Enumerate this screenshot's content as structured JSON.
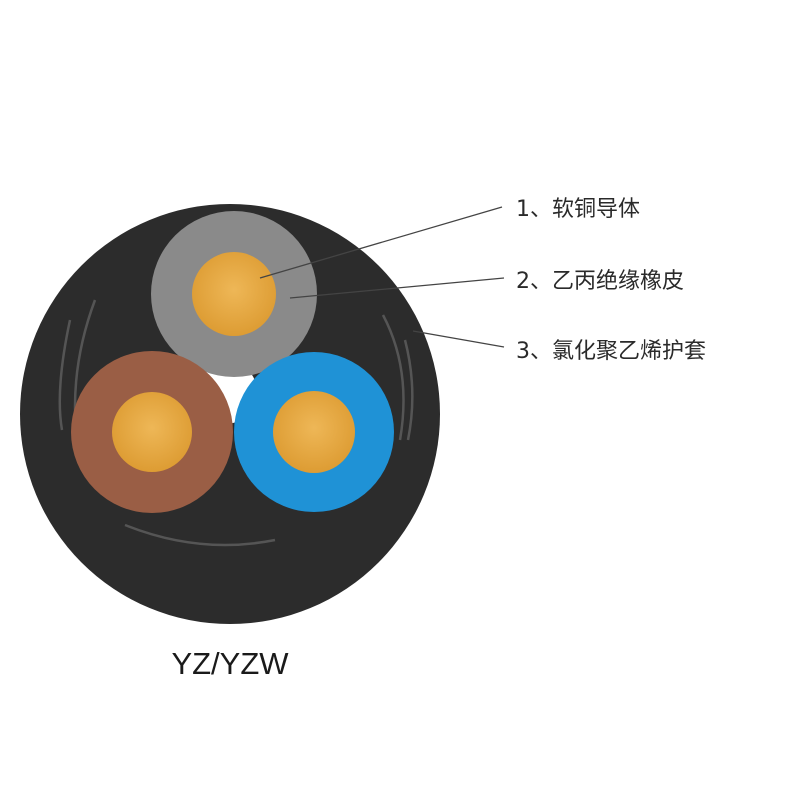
{
  "callouts": [
    {
      "number": "1",
      "separator": "、",
      "text": "软铜导体"
    },
    {
      "number": "2",
      "separator": "、",
      "text": "乙丙绝缘橡皮"
    },
    {
      "number": "3",
      "separator": "、",
      "text": "氯化聚乙烯护套"
    }
  ],
  "model": "YZ/YZW",
  "colors": {
    "sheath": "#2c2c2c",
    "sheath_streak": "#555555",
    "copper": "#e6a743",
    "insulation_gray": "#8a8a8a",
    "insulation_brown": "#9a5e45",
    "insulation_blue": "#1f92d6",
    "filler": "#ffffff",
    "leader_line": "#444444"
  },
  "icons": [
    "cable-cross-section"
  ]
}
